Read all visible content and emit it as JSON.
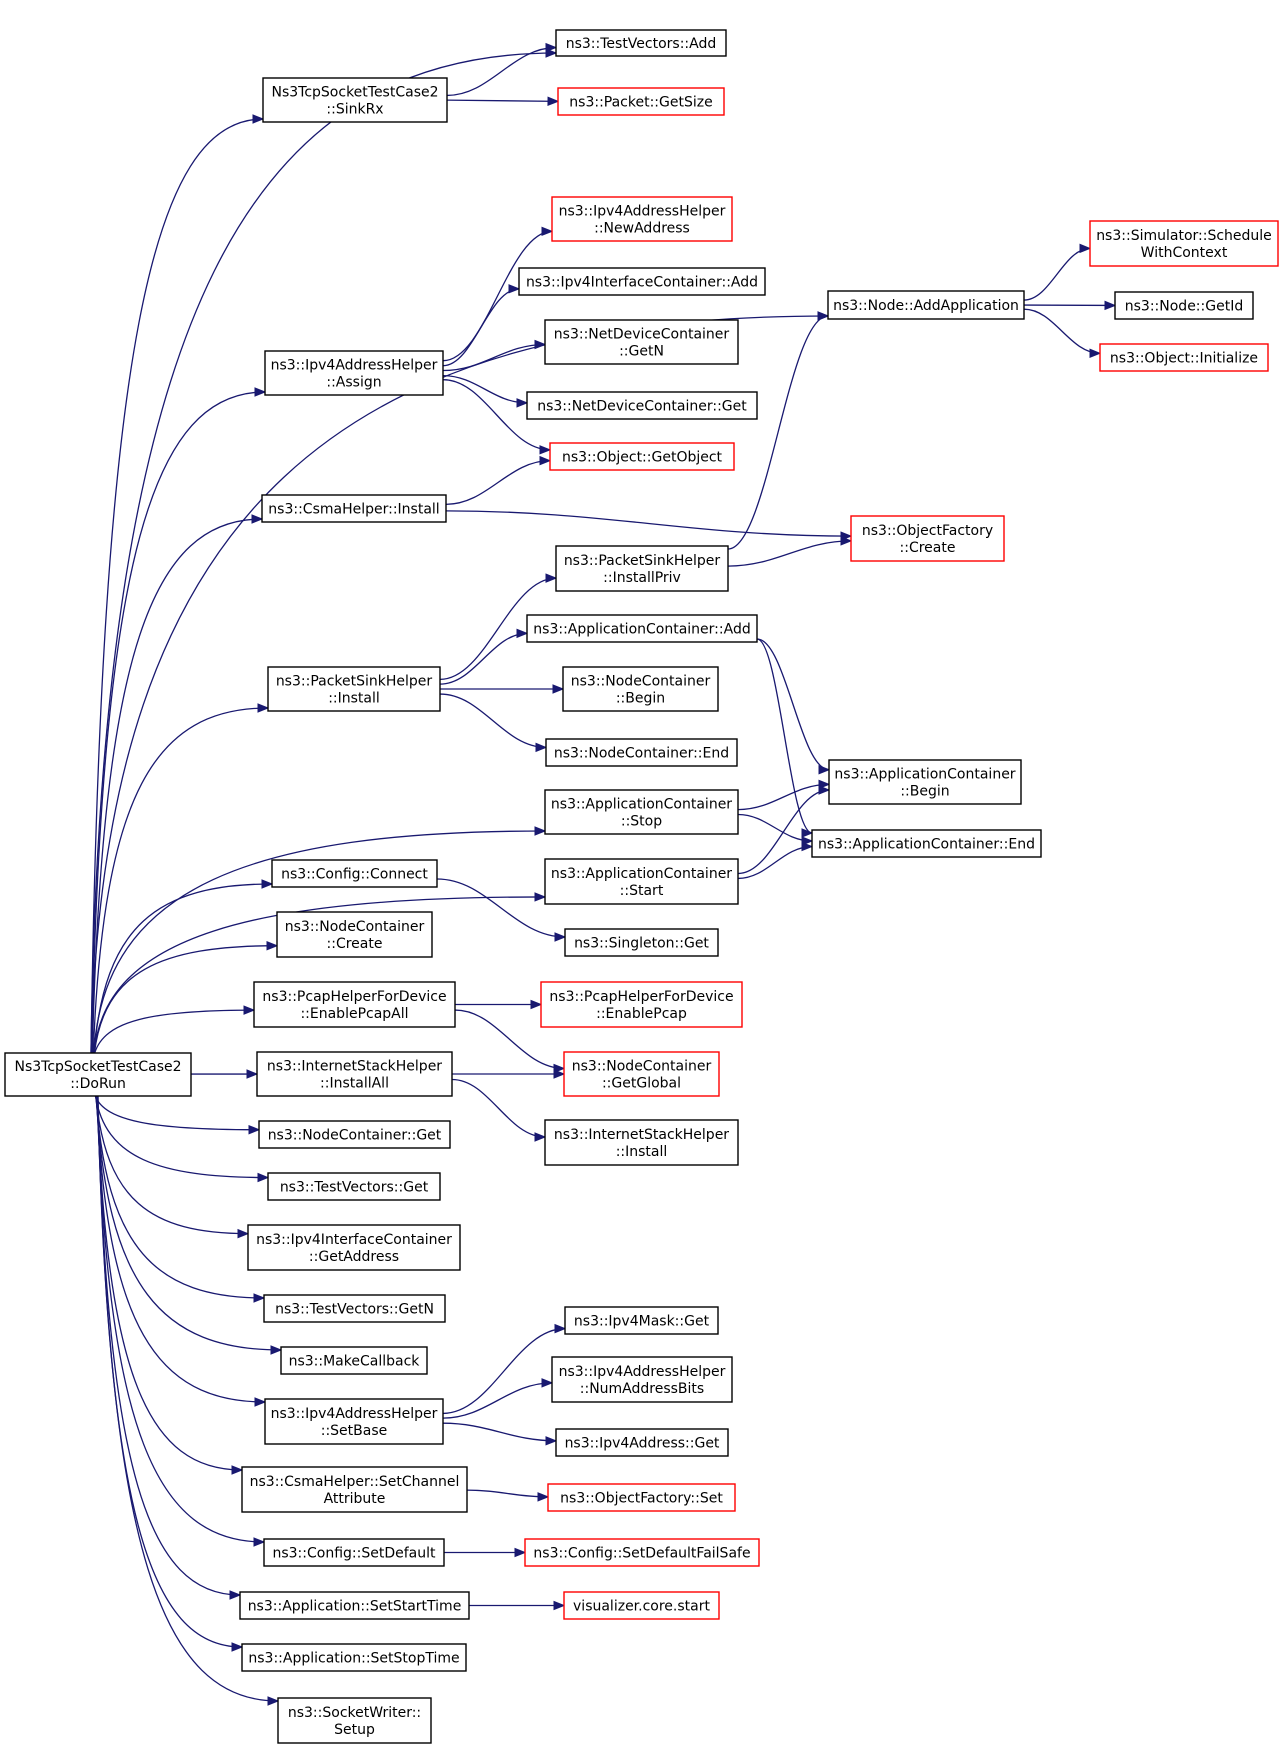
{
  "colors": {
    "edge": "#191970",
    "normal_border": "#000000",
    "truncated_border": "#ff0000",
    "root_fill": "#bfbfbf",
    "node_fill": "#ffffff"
  },
  "nodes": [
    {
      "id": "root",
      "lines": [
        "Ns3TcpSocketTestCase2",
        "::DoRun"
      ],
      "kind": "root"
    },
    {
      "id": "tv_add",
      "lines": [
        "ns3::TestVectors::Add"
      ],
      "kind": "normal"
    },
    {
      "id": "sinkrx",
      "lines": [
        "Ns3TcpSocketTestCase2",
        "::SinkRx"
      ],
      "kind": "normal"
    },
    {
      "id": "pkt_getsize",
      "lines": [
        "ns3::Packet::GetSize"
      ],
      "kind": "truncated"
    },
    {
      "id": "ipv4h_newaddr",
      "lines": [
        "ns3::Ipv4AddressHelper",
        "::NewAddress"
      ],
      "kind": "truncated"
    },
    {
      "id": "ipv4ic_add",
      "lines": [
        "ns3::Ipv4InterfaceContainer::Add"
      ],
      "kind": "normal"
    },
    {
      "id": "ndc_getn",
      "lines": [
        "ns3::NetDeviceContainer",
        "::GetN"
      ],
      "kind": "normal"
    },
    {
      "id": "ndc_get",
      "lines": [
        "ns3::NetDeviceContainer::Get"
      ],
      "kind": "normal"
    },
    {
      "id": "obj_getobject",
      "lines": [
        "ns3::Object::GetObject"
      ],
      "kind": "truncated"
    },
    {
      "id": "ipv4h_assign",
      "lines": [
        "ns3::Ipv4AddressHelper",
        "::Assign"
      ],
      "kind": "normal"
    },
    {
      "id": "csma_install",
      "lines": [
        "ns3::CsmaHelper::Install"
      ],
      "kind": "normal"
    },
    {
      "id": "sim_schedule",
      "lines": [
        "ns3::Simulator::Schedule",
        "WithContext"
      ],
      "kind": "truncated"
    },
    {
      "id": "node_addapp",
      "lines": [
        "ns3::Node::AddApplication"
      ],
      "kind": "normal"
    },
    {
      "id": "node_getid",
      "lines": [
        "ns3::Node::GetId"
      ],
      "kind": "normal"
    },
    {
      "id": "obj_init",
      "lines": [
        "ns3::Object::Initialize"
      ],
      "kind": "truncated"
    },
    {
      "id": "of_create",
      "lines": [
        "ns3::ObjectFactory",
        "::Create"
      ],
      "kind": "truncated"
    },
    {
      "id": "psh_installpriv",
      "lines": [
        "ns3::PacketSinkHelper",
        "::InstallPriv"
      ],
      "kind": "normal"
    },
    {
      "id": "ac_add",
      "lines": [
        "ns3::ApplicationContainer::Add"
      ],
      "kind": "normal"
    },
    {
      "id": "nc_begin",
      "lines": [
        "ns3::NodeContainer",
        "::Begin"
      ],
      "kind": "normal"
    },
    {
      "id": "psh_install",
      "lines": [
        "ns3::PacketSinkHelper",
        "::Install"
      ],
      "kind": "normal"
    },
    {
      "id": "nc_end",
      "lines": [
        "ns3::NodeContainer::End"
      ],
      "kind": "normal"
    },
    {
      "id": "ac_begin",
      "lines": [
        "ns3::ApplicationContainer",
        "::Begin"
      ],
      "kind": "normal"
    },
    {
      "id": "ac_stop",
      "lines": [
        "ns3::ApplicationContainer",
        "::Stop"
      ],
      "kind": "normal"
    },
    {
      "id": "ac_end",
      "lines": [
        "ns3::ApplicationContainer::End"
      ],
      "kind": "normal"
    },
    {
      "id": "cfg_connect",
      "lines": [
        "ns3::Config::Connect"
      ],
      "kind": "normal"
    },
    {
      "id": "ac_start",
      "lines": [
        "ns3::ApplicationContainer",
        "::Start"
      ],
      "kind": "normal"
    },
    {
      "id": "nc_create",
      "lines": [
        "ns3::NodeContainer",
        "::Create"
      ],
      "kind": "normal"
    },
    {
      "id": "singleton_get",
      "lines": [
        "ns3::Singleton::Get"
      ],
      "kind": "normal"
    },
    {
      "id": "pcap_all",
      "lines": [
        "ns3::PcapHelperForDevice",
        "::EnablePcapAll"
      ],
      "kind": "normal"
    },
    {
      "id": "pcap_enable",
      "lines": [
        "ns3::PcapHelperForDevice",
        "::EnablePcap"
      ],
      "kind": "truncated"
    },
    {
      "id": "ish_installall",
      "lines": [
        "ns3::InternetStackHelper",
        "::InstallAll"
      ],
      "kind": "normal"
    },
    {
      "id": "nc_getglobal",
      "lines": [
        "ns3::NodeContainer",
        "::GetGlobal"
      ],
      "kind": "truncated"
    },
    {
      "id": "nc_get",
      "lines": [
        "ns3::NodeContainer::Get"
      ],
      "kind": "normal"
    },
    {
      "id": "ish_install",
      "lines": [
        "ns3::InternetStackHelper",
        "::Install"
      ],
      "kind": "normal"
    },
    {
      "id": "tv_get",
      "lines": [
        "ns3::TestVectors::Get"
      ],
      "kind": "normal"
    },
    {
      "id": "ipv4ic_getaddr",
      "lines": [
        "ns3::Ipv4InterfaceContainer",
        "::GetAddress"
      ],
      "kind": "normal"
    },
    {
      "id": "tv_getn",
      "lines": [
        "ns3::TestVectors::GetN"
      ],
      "kind": "normal"
    },
    {
      "id": "makecallback",
      "lines": [
        "ns3::MakeCallback"
      ],
      "kind": "normal"
    },
    {
      "id": "ipv4mask_get",
      "lines": [
        "ns3::Ipv4Mask::Get"
      ],
      "kind": "normal"
    },
    {
      "id": "ipv4h_numbits",
      "lines": [
        "ns3::Ipv4AddressHelper",
        "::NumAddressBits"
      ],
      "kind": "normal"
    },
    {
      "id": "ipv4h_setbase",
      "lines": [
        "ns3::Ipv4AddressHelper",
        "::SetBase"
      ],
      "kind": "normal"
    },
    {
      "id": "ipv4addr_get",
      "lines": [
        "ns3::Ipv4Address::Get"
      ],
      "kind": "normal"
    },
    {
      "id": "csma_setch",
      "lines": [
        "ns3::CsmaHelper::SetChannel",
        "Attribute"
      ],
      "kind": "normal"
    },
    {
      "id": "of_set",
      "lines": [
        "ns3::ObjectFactory::Set"
      ],
      "kind": "truncated"
    },
    {
      "id": "cfg_setdefault",
      "lines": [
        "ns3::Config::SetDefault"
      ],
      "kind": "normal"
    },
    {
      "id": "cfg_setdefaultfs",
      "lines": [
        "ns3::Config::SetDefaultFailSafe"
      ],
      "kind": "truncated"
    },
    {
      "id": "app_start",
      "lines": [
        "ns3::Application::SetStartTime"
      ],
      "kind": "normal"
    },
    {
      "id": "viz_start",
      "lines": [
        "visualizer.core.start"
      ],
      "kind": "truncated"
    },
    {
      "id": "app_stop",
      "lines": [
        "ns3::Application::SetStopTime"
      ],
      "kind": "normal"
    },
    {
      "id": "sw_setup",
      "lines": [
        "ns3::SocketWriter::",
        "Setup"
      ],
      "kind": "normal"
    }
  ],
  "edges": [
    [
      "root",
      "tv_add"
    ],
    [
      "root",
      "sinkrx"
    ],
    [
      "root",
      "node_addapp"
    ],
    [
      "root",
      "ipv4h_assign"
    ],
    [
      "root",
      "csma_install"
    ],
    [
      "root",
      "psh_install"
    ],
    [
      "root",
      "ac_stop"
    ],
    [
      "root",
      "ac_start"
    ],
    [
      "root",
      "cfg_connect"
    ],
    [
      "root",
      "nc_create"
    ],
    [
      "root",
      "pcap_all"
    ],
    [
      "root",
      "ish_installall"
    ],
    [
      "root",
      "nc_get"
    ],
    [
      "root",
      "tv_get"
    ],
    [
      "root",
      "ipv4ic_getaddr"
    ],
    [
      "root",
      "tv_getn"
    ],
    [
      "root",
      "makecallback"
    ],
    [
      "root",
      "ipv4h_setbase"
    ],
    [
      "root",
      "csma_setch"
    ],
    [
      "root",
      "cfg_setdefault"
    ],
    [
      "root",
      "app_start"
    ],
    [
      "root",
      "app_stop"
    ],
    [
      "root",
      "sw_setup"
    ],
    [
      "sinkrx",
      "tv_add"
    ],
    [
      "sinkrx",
      "pkt_getsize"
    ],
    [
      "ipv4h_assign",
      "ipv4h_newaddr"
    ],
    [
      "ipv4h_assign",
      "ipv4ic_add"
    ],
    [
      "ipv4h_assign",
      "ndc_getn"
    ],
    [
      "ipv4h_assign",
      "ndc_get"
    ],
    [
      "ipv4h_assign",
      "obj_getobject"
    ],
    [
      "csma_install",
      "obj_getobject"
    ],
    [
      "csma_install",
      "of_create"
    ],
    [
      "node_addapp",
      "sim_schedule"
    ],
    [
      "node_addapp",
      "node_getid"
    ],
    [
      "node_addapp",
      "obj_init"
    ],
    [
      "psh_installpriv",
      "node_addapp"
    ],
    [
      "psh_installpriv",
      "of_create"
    ],
    [
      "psh_install",
      "psh_installpriv"
    ],
    [
      "psh_install",
      "ac_add"
    ],
    [
      "psh_install",
      "nc_begin"
    ],
    [
      "psh_install",
      "nc_end"
    ],
    [
      "ac_add",
      "ac_begin"
    ],
    [
      "ac_add",
      "ac_end"
    ],
    [
      "ac_stop",
      "ac_begin"
    ],
    [
      "ac_stop",
      "ac_end"
    ],
    [
      "ac_start",
      "ac_begin"
    ],
    [
      "ac_start",
      "ac_end"
    ],
    [
      "cfg_connect",
      "singleton_get"
    ],
    [
      "pcap_all",
      "pcap_enable"
    ],
    [
      "pcap_all",
      "nc_getglobal"
    ],
    [
      "ish_installall",
      "nc_getglobal"
    ],
    [
      "ish_installall",
      "ish_install"
    ],
    [
      "ipv4h_setbase",
      "ipv4mask_get"
    ],
    [
      "ipv4h_setbase",
      "ipv4h_numbits"
    ],
    [
      "ipv4h_setbase",
      "ipv4addr_get"
    ],
    [
      "csma_setch",
      "of_set"
    ],
    [
      "cfg_setdefault",
      "cfg_setdefaultfs"
    ],
    [
      "app_start",
      "viz_start"
    ]
  ]
}
